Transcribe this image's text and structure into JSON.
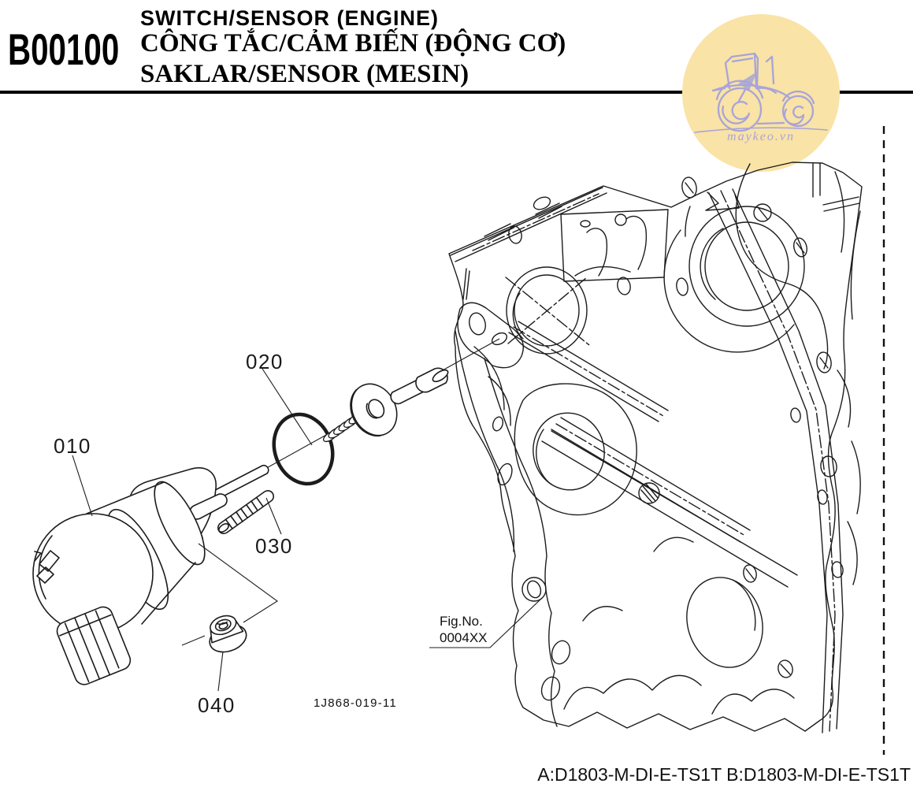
{
  "header": {
    "code": "B00100",
    "title_en": "SWITCH/SENSOR (ENGINE)",
    "title_vi": "CÔNG TẮC/CẢM BIẾN (ĐỘNG CƠ)",
    "title_id": "SAKLAR/SENSOR (MESIN)"
  },
  "watermark": {
    "site": "maykeo.vn",
    "icon": "tractor-icon",
    "circle_color": "#f9e3a6",
    "line_color": "#a8a4d8"
  },
  "diagram": {
    "callouts": [
      "010",
      "020",
      "030",
      "040"
    ],
    "fig_label": "Fig.No.",
    "fig_value": "0004XX",
    "drawing_number": "1J868-019-11"
  },
  "footer": {
    "models": "A:D1803-M-DI-E-TS1T B:D1803-M-DI-E-TS1T"
  },
  "colors": {
    "ink": "#000000",
    "watermark_fill": "#f9e3a6",
    "watermark_line": "#a8a4d8"
  }
}
